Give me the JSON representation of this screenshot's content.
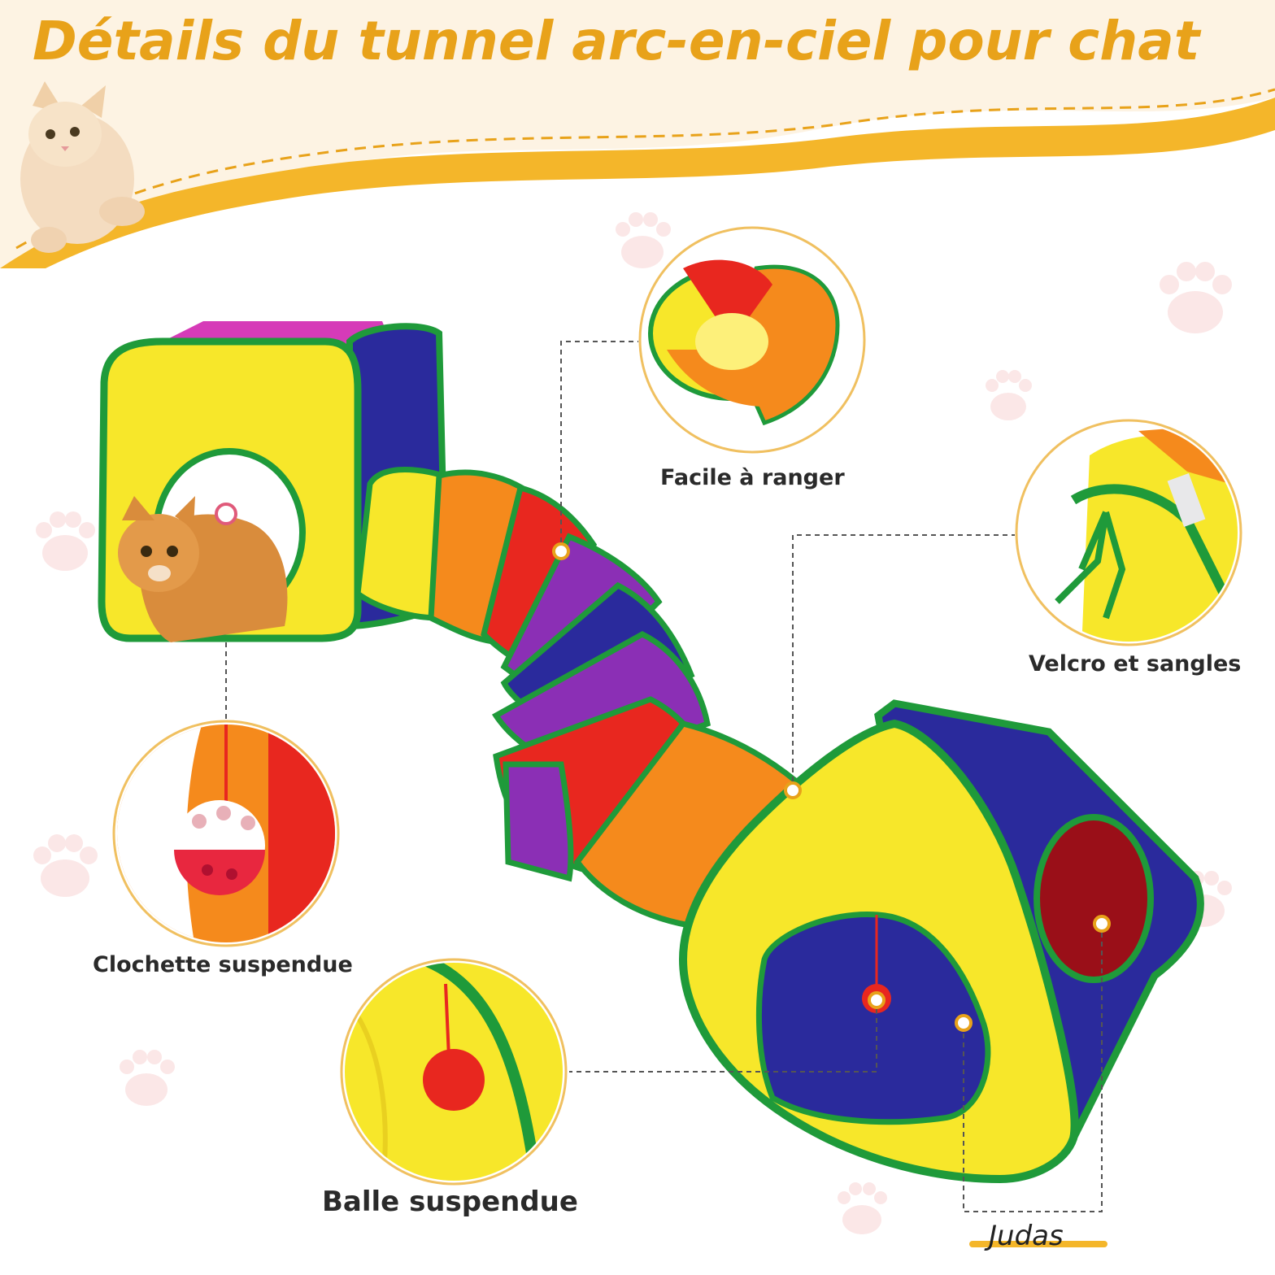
{
  "page": {
    "title": "Détails du tunnel arc-en-ciel pour chat",
    "accent_color": "#e8a21a"
  },
  "features": [
    {
      "label": "Facile à ranger"
    },
    {
      "label": "Velcro et sangles"
    },
    {
      "label": "Clochette suspendue"
    },
    {
      "label": "Balle suspendue"
    },
    {
      "label": "Judas"
    }
  ],
  "colors": {
    "yellow": "#f7e72a",
    "orange": "#f58a1c",
    "red": "#e8271f",
    "purple": "#8b2fb5",
    "blue": "#2a2a9c",
    "green_trim": "#1f9a3a",
    "magenta": "#d63bb8"
  }
}
